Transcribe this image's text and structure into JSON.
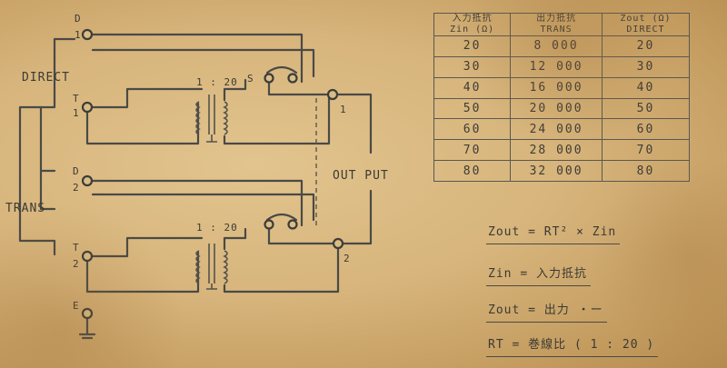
{
  "labels": {
    "direct": "DIRECT",
    "trans": "TRANS",
    "output": "OUT PUT",
    "ch1": {
      "d_letter": "D",
      "d_num": "1",
      "t_letter": "T",
      "t_num": "1",
      "ratio": "1 : 20",
      "s_mark": "S",
      "out_num": "1"
    },
    "ch2": {
      "d_letter": "D",
      "d_num": "2",
      "t_letter": "T",
      "t_num": "2",
      "ratio": "1 : 20",
      "out_num": "2"
    },
    "earth": "E"
  },
  "table": {
    "headers": [
      [
        "入力抵抗",
        "Zin (Ω)"
      ],
      [
        "出力抵抗",
        "TRANS"
      ],
      [
        "Zout (Ω)",
        "DIRECT"
      ]
    ],
    "rows": [
      [
        "20",
        "8 000",
        "20"
      ],
      [
        "30",
        "12 000",
        "30"
      ],
      [
        "40",
        "16 000",
        "40"
      ],
      [
        "50",
        "20 000",
        "50"
      ],
      [
        "60",
        "24 000",
        "60"
      ],
      [
        "70",
        "28 000",
        "70"
      ],
      [
        "80",
        "32 000",
        "80"
      ]
    ]
  },
  "legend": [
    {
      "symbol": "Zout",
      "text": "= RT² × Zin"
    },
    {
      "symbol": "Zin",
      "text": "= 入力抵抗"
    },
    {
      "symbol": "Zout",
      "text": "= 出力 ・ー"
    },
    {
      "symbol": "RT",
      "text": "= 巻線比 ( 1 : 20 )"
    }
  ]
}
